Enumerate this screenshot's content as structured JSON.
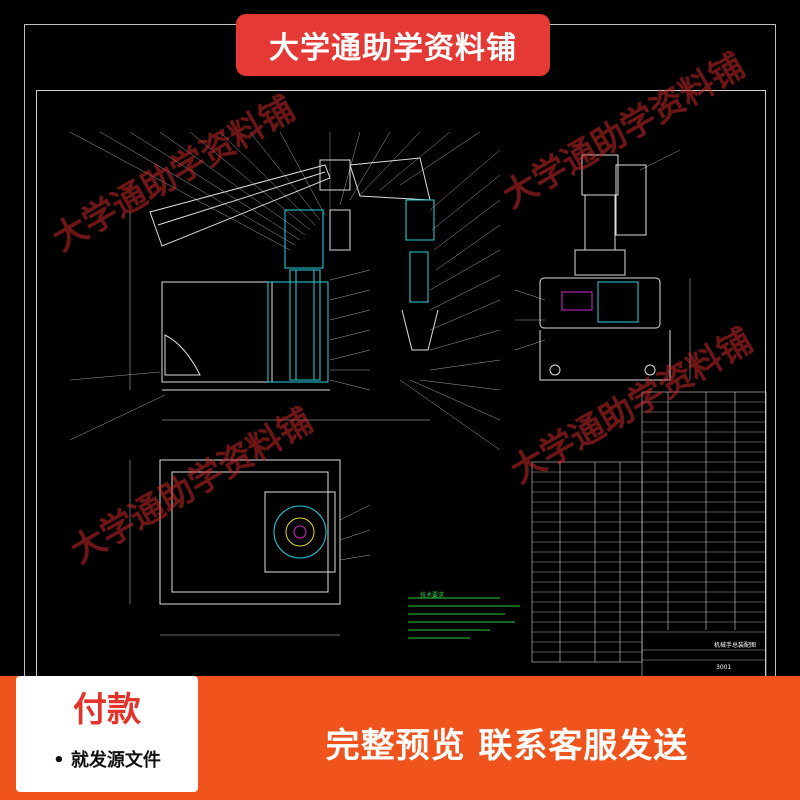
{
  "banner": {
    "title": "大学通助学资料铺"
  },
  "watermarks": [
    "大学通助学资料铺",
    "大学通助学资料铺",
    "大学通助学资料铺",
    "大学通助学资料铺"
  ],
  "drawing": {
    "notes_title": "技术要求",
    "title_block_name": "机械手总装配图",
    "title_block_code": "3001"
  },
  "payment": {
    "title": "付款",
    "subtitle": "• 就发源文件"
  },
  "bottom_banner": {
    "text": "完整预览 联系客服发送"
  },
  "colors": {
    "banner_red": "#e53935",
    "bottom_orange": "#f0541c",
    "cad_cyan": "#27d3e0",
    "cad_green": "#2ecc40",
    "cad_magenta": "#d12bd1",
    "cad_yellow": "#e6d22a"
  }
}
